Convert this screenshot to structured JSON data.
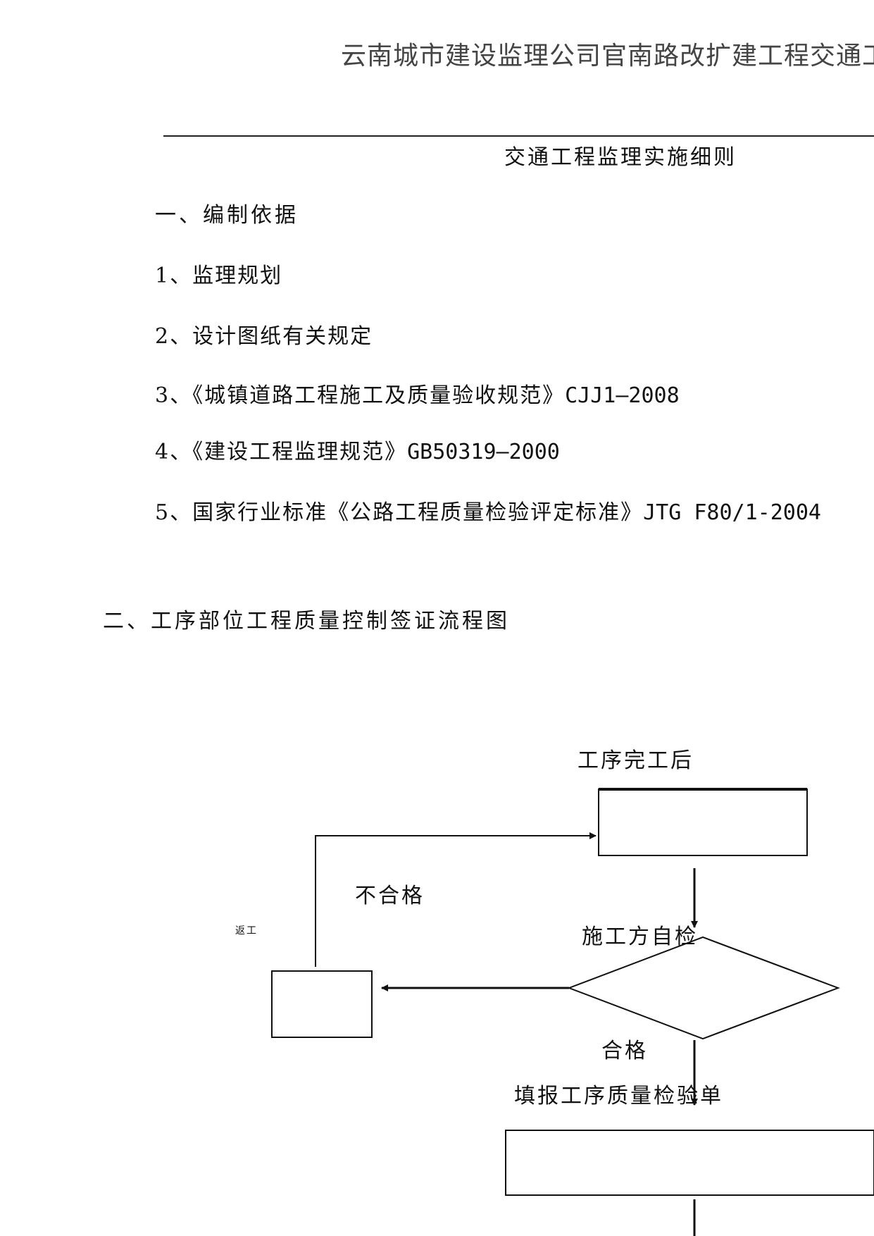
{
  "header": {
    "title": "云南城市建设监理公司官南路改扩建工程交通工程"
  },
  "document": {
    "title": "交通工程监理实施细则"
  },
  "section1": {
    "heading": "一、编制依据",
    "items": [
      {
        "prefix": "1、",
        "text": "监理规划",
        "code": ""
      },
      {
        "prefix": "2、",
        "text": "设计图纸有关规定",
        "code": ""
      },
      {
        "prefix": "3、",
        "text": "《城镇道路工程施工及质量验收规范》",
        "code": "CJJ1—2008"
      },
      {
        "prefix": "4、",
        "text": "《建设工程监理规范》",
        "code": "GB50319—2000"
      },
      {
        "prefix": "5、",
        "text": "国家行业标准《公路工程质量检验评定标准》",
        "code": "JTG F80/1-2004"
      }
    ]
  },
  "section2": {
    "heading": "二、工序部位工程质量控制签证流程图"
  },
  "flowchart": {
    "start_label": "工序完工后",
    "fail_label": "不合格",
    "rework_label": "返工",
    "check_label": "施工方自检",
    "pass_label": "合格",
    "report_label": "填报工序质量检验单"
  }
}
